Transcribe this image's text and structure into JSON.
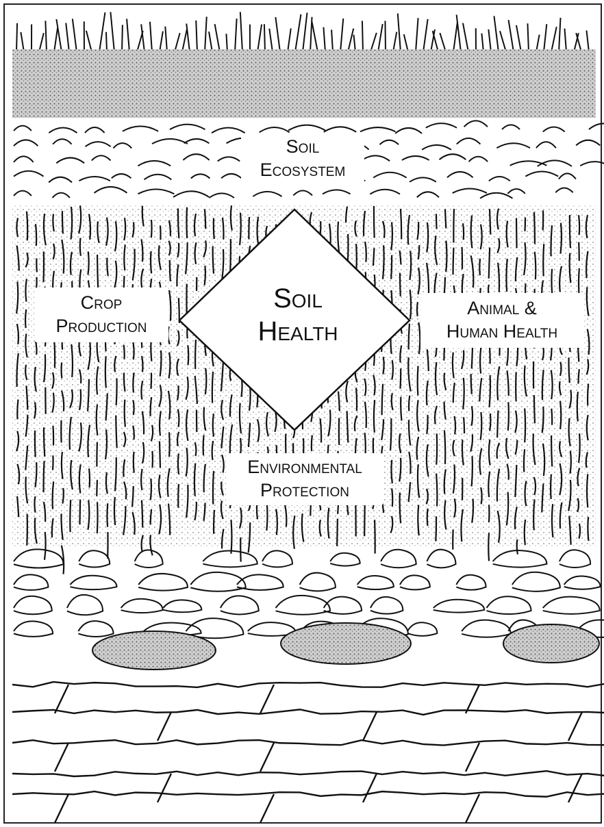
{
  "diagram": {
    "center": {
      "line1": "Soil",
      "line2": "Health"
    },
    "top": {
      "line1": "Soil",
      "line2": "Ecosystem"
    },
    "left": {
      "line1": "Crop",
      "line2": "Production"
    },
    "right": {
      "line1": "Animal &",
      "line2": "Human Health"
    },
    "bottom": {
      "line1": "Environmental",
      "line2": "Protection"
    }
  },
  "colors": {
    "ink": "#111111",
    "paper": "#ffffff",
    "shade": "#9a9a9a"
  }
}
